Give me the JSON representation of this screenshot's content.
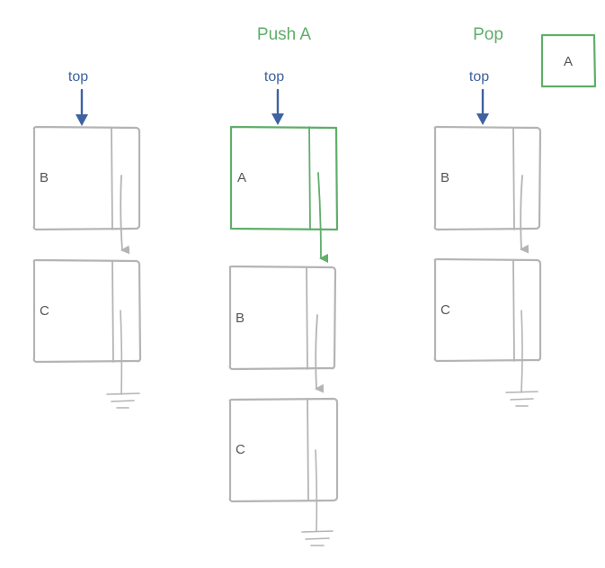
{
  "colors": {
    "node": "#b4b4b4",
    "pointer": "#3f62a0",
    "highlight": "#5fae6a",
    "text": "#555555"
  },
  "stacks": [
    {
      "title": "",
      "top_label": "top",
      "nodes": [
        {
          "label": "B",
          "highlight": false
        },
        {
          "label": "C",
          "highlight": false
        }
      ]
    },
    {
      "title": "Push A",
      "top_label": "top",
      "nodes": [
        {
          "label": "A",
          "highlight": true
        },
        {
          "label": "B",
          "highlight": false
        },
        {
          "label": "C",
          "highlight": false
        }
      ]
    },
    {
      "title": "Pop",
      "top_label": "top",
      "nodes": [
        {
          "label": "B",
          "highlight": false
        },
        {
          "label": "C",
          "highlight": false
        }
      ],
      "popped": {
        "label": "A"
      }
    }
  ]
}
